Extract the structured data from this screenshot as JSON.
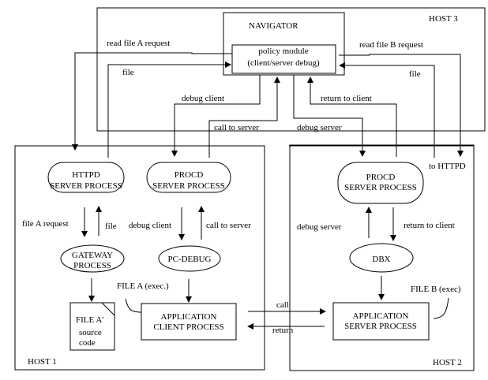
{
  "hosts": {
    "host1": "HOST 1",
    "host2": "HOST 2",
    "host3": "HOST 3"
  },
  "navigator": {
    "title": "NAVIGATOR",
    "policy_line1": "policy module",
    "policy_line2": "(client/server debug)"
  },
  "host1": {
    "httpd_line1": "HTTPD",
    "httpd_line2": "SERVER PROCESS",
    "procd_line1": "PROCD",
    "procd_line2": "SERVER PROCESS",
    "gateway_line1": "GATEWAY",
    "gateway_line2": "PROCESS",
    "pcdebug": "PC-DEBUG",
    "file_a_prime": "FILE A'",
    "source_line1": "source",
    "source_line2": "code",
    "app_client_line1": "APPLICATION",
    "app_client_line2": "CLIENT PROCESS",
    "file_a_exec": "FILE A (exec.)"
  },
  "host2": {
    "procd_line1": "PROCD",
    "procd_line2": "SERVER PROCESS",
    "dbx": "DBX",
    "app_server_line1": "APPLICATION",
    "app_server_line2": "SERVER PROCESS",
    "file_b_exec": "FILE B (exec)"
  },
  "edge_labels": {
    "read_file_a_request": "read file A request",
    "read_file_b_request": "read file B request",
    "file_left": "file",
    "file_right": "file",
    "debug_client_top": "debug client",
    "call_to_server_top": "call to server",
    "return_to_client_top": "return to client",
    "debug_server_top": "debug server",
    "to_httpd": "to HTTPD",
    "file_a_request": "file A request",
    "file_mid": "file",
    "debug_client_mid": "debug client",
    "call_to_server_mid": "call to server",
    "debug_server_mid": "debug server",
    "return_to_client_mid": "return to client",
    "call": "call",
    "return": "return"
  }
}
